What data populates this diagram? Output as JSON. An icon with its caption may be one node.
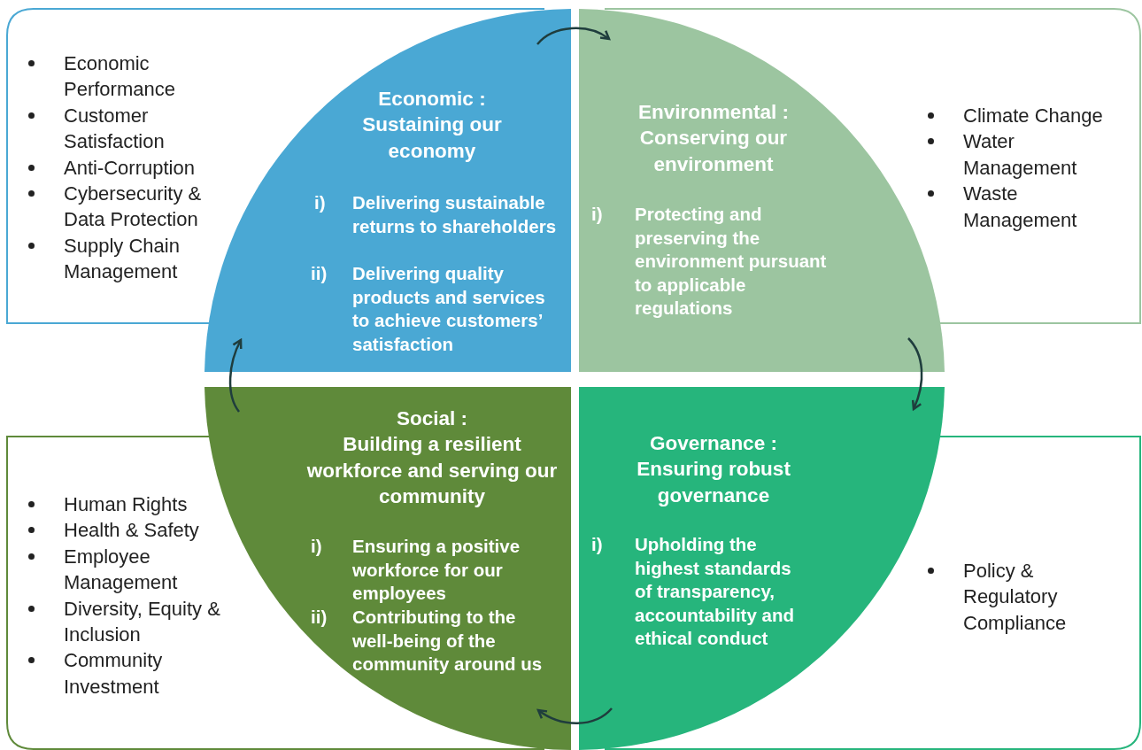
{
  "diagram": {
    "nodes": [
      {
        "text": [
          "Economic Performance",
          "Customer Satisfaction",
          "Anti-Corruption",
          "Cybersecurity & Data Protection",
          "Supply Chain Management"
        ]
      },
      {
        "text": [
          "Economic :",
          "Sustaining our economy",
          "i)",
          "Delivering sustainable returns to shareholders",
          "ii)",
          "Delivering quality products and services to achieve customers’ satisfaction"
        ]
      },
      {
        "text": [
          "Environmental :",
          "Conserving our environment",
          "i)",
          "Protecting and preserving the environment pursuant to applicable regulations"
        ]
      },
      {
        "text": [
          "Climate Change",
          "Water Management",
          "Waste Management"
        ]
      },
      {
        "text": [
          "Human Rights",
          "Health & Safety",
          "Employee Management",
          "Diversity, Equity & Inclusion",
          "Community Investment"
        ]
      },
      {
        "text": [
          "Social :",
          "Building a resilient workforce and serving our community",
          "i)",
          "Ensuring a positive workforce for our employees",
          "ii)",
          "Contributing to the well-being of the community around us"
        ]
      },
      {
        "text": [
          "Governance :",
          "Ensuring robust governance",
          "i)",
          "Upholding the highest standards of transparency, accountability and ethical conduct"
        ]
      },
      {
        "text": [
          "Policy & Regulatory Compliance"
        ]
      }
    ],
    "edges": [
      {
        "from": 1,
        "to": 2,
        "arrow": "to"
      },
      {
        "from": 2,
        "to": 6,
        "arrow": "to"
      },
      {
        "from": 6,
        "to": 5,
        "arrow": "to"
      },
      {
        "from": 5,
        "to": 1,
        "arrow": "to"
      }
    ]
  }
}
